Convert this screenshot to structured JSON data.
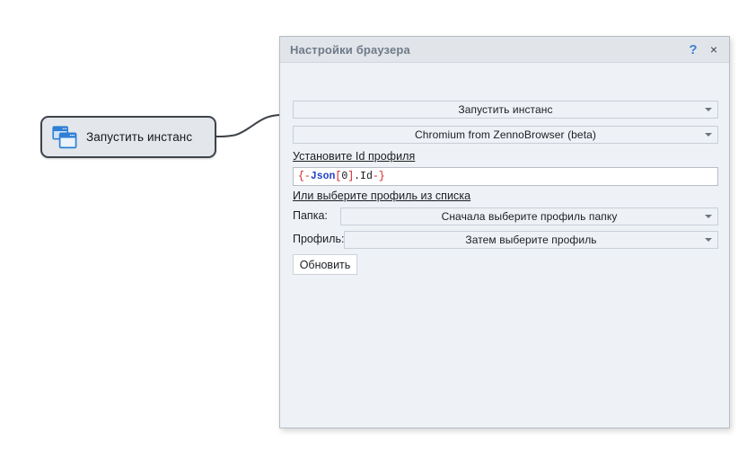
{
  "canvas": {
    "node": {
      "label": "Запустить инстанс",
      "icon": "two-browser-windows-icon"
    },
    "connector": {
      "icon": "curved-connector-line"
    }
  },
  "dialog": {
    "title": "Настройки браузера",
    "buttons": {
      "help": "?",
      "close": "×"
    },
    "combos": {
      "action": {
        "value": "Запустить инстанс",
        "arrow": "chevron-down-icon"
      },
      "browser": {
        "value": "Chromium from ZennoBrowser (beta)",
        "arrow": "chevron-down-icon"
      },
      "folder": {
        "label": "Папка:",
        "value": "Сначала выберите профиль папку",
        "arrow": "chevron-down-icon"
      },
      "profile": {
        "label": "Профиль:",
        "value": "Затем выберите профиль",
        "arrow": "chevron-down-icon"
      }
    },
    "labels": {
      "profile_id": "Установите Id профиля",
      "choose_from_list": "Или выберите профиль из списка"
    },
    "macro_input": {
      "value": "{-Json[0].Id-}",
      "tokens": {
        "open": "{-",
        "name": "Json",
        "bracket_open": "[",
        "index": "0",
        "bracket_close": "]",
        "member": ".Id",
        "close": "-}"
      }
    },
    "refresh_button": {
      "label": "Обновить"
    }
  },
  "colors": {
    "accent_blue": "#3d7fd6",
    "title_text": "#6f7a88",
    "dialog_bg": "#eef1f5",
    "titlebar_bg": "#e1e5ea",
    "node_bg": "#e3e7ec",
    "node_border": "#3f444b",
    "macro_red": "#d32020",
    "macro_blue": "#2244cc"
  }
}
